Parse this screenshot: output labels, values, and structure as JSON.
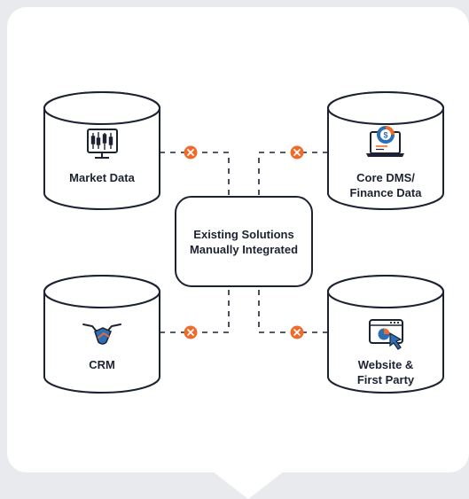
{
  "diagram": {
    "center": {
      "line1": "Existing Solutions",
      "line2": "Manually Integrated"
    },
    "nodes": {
      "market": {
        "line1": "Market Data",
        "icon": "trading-monitor-icon"
      },
      "core": {
        "line1": "Core DMS/",
        "line2": "Finance Data",
        "icon": "finance-laptop-icon"
      },
      "crm": {
        "line1": "CRM",
        "icon": "handshake-icon"
      },
      "website": {
        "line1": "Website &",
        "line2": "First Party",
        "icon": "browser-cursor-icon"
      }
    },
    "connection_status_icon": "x-circle-icon"
  },
  "colors": {
    "background": "#e8eaee",
    "card": "#ffffff",
    "stroke": "#1c2231",
    "accent_orange": "#f06a2a",
    "accent_blue": "#2d6fb6"
  }
}
